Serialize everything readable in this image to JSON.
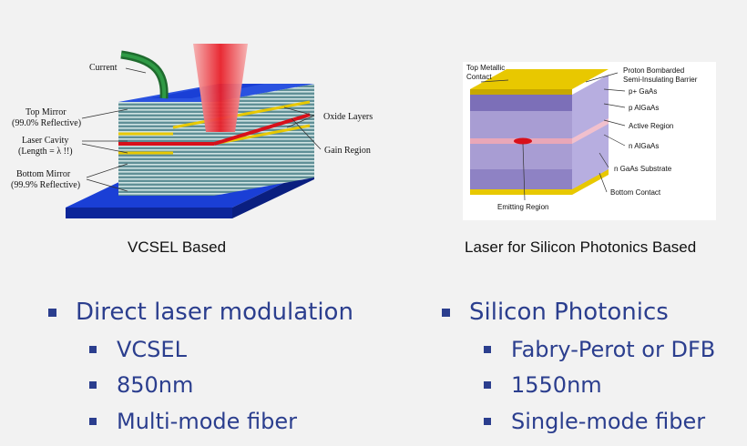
{
  "vcsel": {
    "caption": "VCSEL Based",
    "labels": {
      "current": "Current",
      "top_mirror_1": "Top Mirror",
      "top_mirror_2": "(99.0% Reflective)",
      "laser_cavity_1": "Laser Cavity",
      "laser_cavity_2": "(Length = λ !!)",
      "bottom_mirror_1": "Bottom Mirror",
      "bottom_mirror_2": "(99.9% Reflective)",
      "oxide_layers": "Oxide Layers",
      "gain_region": "Gain Region"
    }
  },
  "siph": {
    "caption": "Laser for Silicon Photonics Based",
    "labels": {
      "top_metallic_1": "Top Metallic",
      "top_metallic_2": "Contact",
      "proton_1": "Proton Bombarded",
      "proton_2": "Semi-Insulating Barrier",
      "p_gaas": "p+ GaAs",
      "p_algaas": "p AlGaAs",
      "active_region": "Active Region",
      "n_algaas": "n AlGaAs",
      "n_gaas_substrate": "n GaAs Substrate",
      "bottom_contact": "Bottom Contact",
      "emitting_region": "Emitting Region"
    }
  },
  "bullets_left": {
    "main": "Direct laser modulation",
    "sub": [
      "VCSEL",
      "850nm",
      "Multi-mode fiber"
    ]
  },
  "bullets_right": {
    "main": "Silicon Photonics",
    "sub": [
      "Fabry-Perot or DFB",
      "1550nm",
      "Single-mode fiber"
    ]
  },
  "colors": {
    "bullet_text": "#2b3e8e",
    "substrate": "#1133cc",
    "beam": "#e8202a",
    "gold": "#e8c800",
    "purple": "#9f93c9"
  }
}
